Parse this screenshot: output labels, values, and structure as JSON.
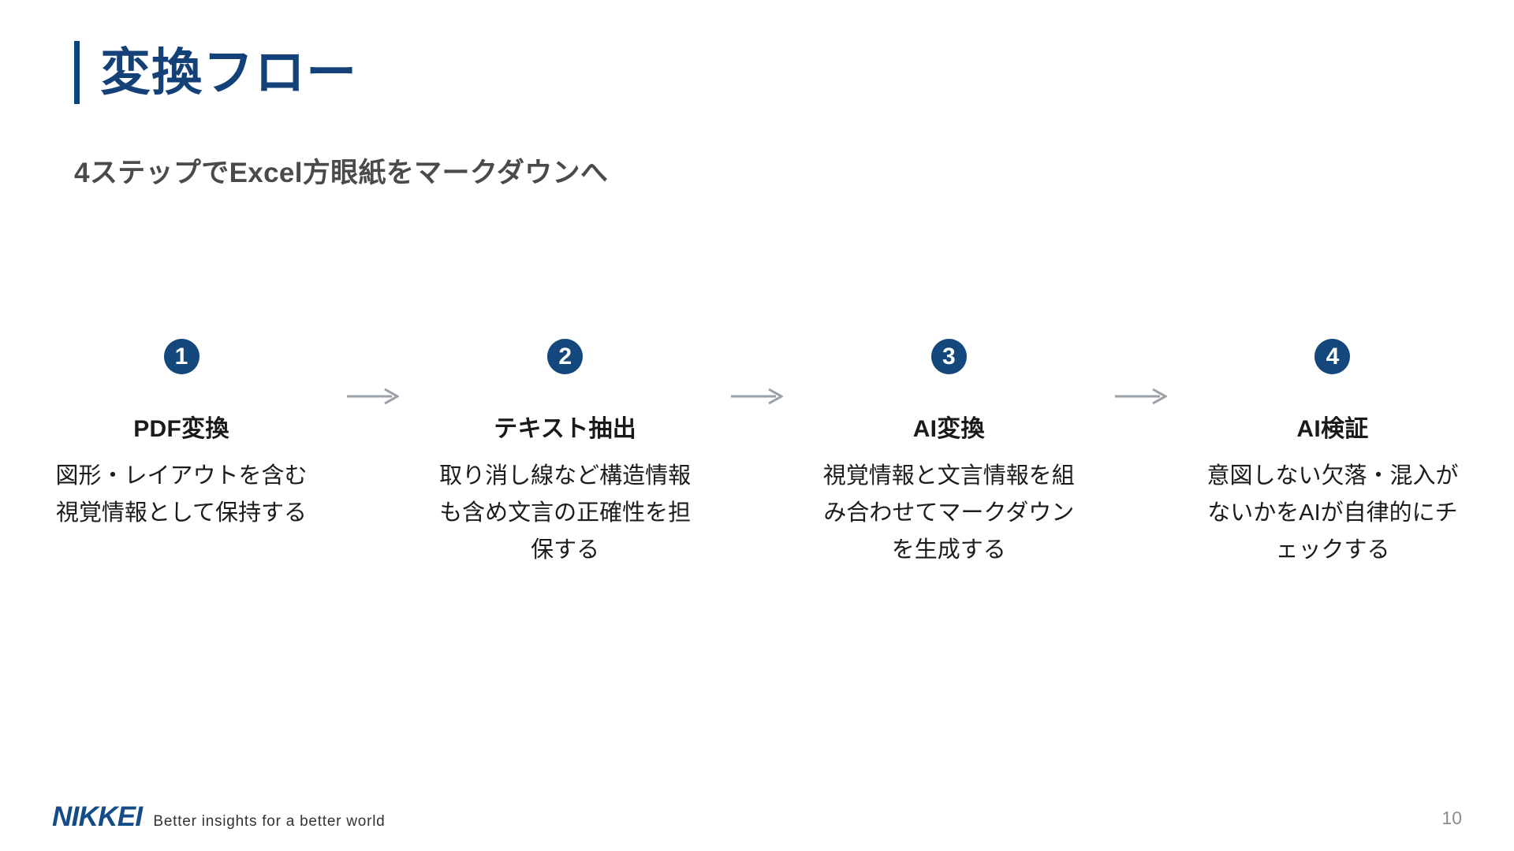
{
  "header": {
    "title": "変換フロー",
    "subtitle": "4ステップでExcel方眼紙をマークダウンへ",
    "accent_color": "#0a4478",
    "title_color": "#144278"
  },
  "flow": {
    "arrow_color": "#9aa0a8",
    "badge_color": "#14487d",
    "steps": [
      {
        "number": "1",
        "title": "PDF変換",
        "description": "図形・レイアウトを含む視覚情報として保持する"
      },
      {
        "number": "2",
        "title": "テキスト抽出",
        "description": "取り消し線など構造情報も含め文言の正確性を担保する"
      },
      {
        "number": "3",
        "title": "AI変換",
        "description": "視覚情報と文言情報を組み合わせてマークダウンを生成する"
      },
      {
        "number": "4",
        "title": "AI検証",
        "description": "意図しない欠落・混入がないかをAIが自律的にチェックする"
      }
    ]
  },
  "footer": {
    "logo": "NIKKEI",
    "tagline": "Better insights for a better world",
    "page_number": "10",
    "logo_color": "#134c86"
  }
}
